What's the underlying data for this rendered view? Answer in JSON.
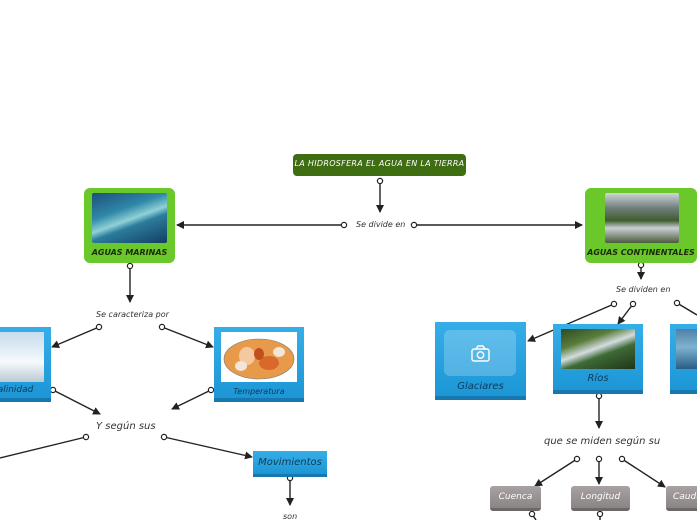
{
  "nodes": {
    "root": "LA HIDROSFERA EL AGUA EN LA TIERRA",
    "marinas": "AGUAS MARINAS",
    "continentales": "AGUAS CONTINENTALES",
    "salinidad": "Salinidad",
    "temperatura": "Temperatura",
    "movimientos": "Movimientos",
    "glaciares": "Glaciares",
    "rios": "Ríos",
    "cuenca": "Cuenca",
    "longitud": "Longitud",
    "caudal": "Caudal"
  },
  "links": {
    "se_divide_en": "Se divide en",
    "se_caracteriza_por": "Se caracteriza por",
    "y_segun_sus": "Y según sus",
    "se_dividen_en": "Se dividen en",
    "que_se_miden": "que se miden según su",
    "son": "son"
  },
  "colors": {
    "root": "#3f6d12",
    "main_node": "#6ac82a",
    "sub_node": "#2aa3e0",
    "leaf_node": "#9a9494"
  }
}
